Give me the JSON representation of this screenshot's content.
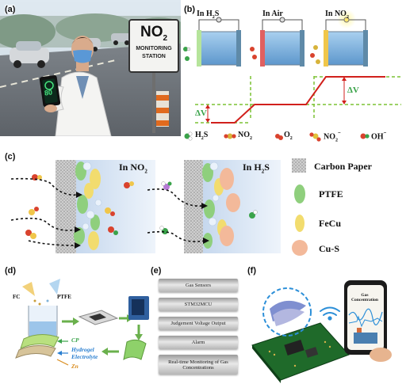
{
  "panel_labels": {
    "a": "(a)",
    "b": "(b)",
    "c": "(c)",
    "d": "(d)",
    "e": "(e)",
    "f": "(f)"
  },
  "panel_a": {
    "sign_line1": "NO",
    "sign_sub": "2",
    "sign_line2": "MONITORING",
    "sign_line3": "STATION",
    "phone_value": "80"
  },
  "panel_b": {
    "cond_h2s": "In H",
    "cond_h2s_sub": "2",
    "cond_h2s_end": "S",
    "cond_air": "In Air",
    "cond_no2": "In NO",
    "cond_no2_sub": "2",
    "dv_left": "ΔV",
    "dv_right": "ΔV",
    "legend": [
      {
        "label": "H",
        "sub": "2",
        "end": "S",
        "color": "#3aa34a"
      },
      {
        "label": "NO",
        "sub": "2",
        "end": "",
        "color": "#d7b33a"
      },
      {
        "label": "O",
        "sub": "2",
        "end": "",
        "color": "#d9432e"
      },
      {
        "label": "NO",
        "sub": "2",
        "end": "⁻",
        "color": "#e2c23a"
      },
      {
        "label": "OH",
        "sub": "",
        "end": "⁻",
        "color": "#2f8f3e"
      }
    ],
    "colors": {
      "line": "#d1201c",
      "dashed": "#7cc234",
      "cell": "#6fa9d8"
    }
  },
  "panel_c": {
    "left_title": "In NO",
    "left_sub": "2",
    "right_title": "In H",
    "right_sub": "2",
    "right_end": "S",
    "legend": [
      {
        "label": "Carbon Paper",
        "swatch": "carbon"
      },
      {
        "label": "PTFE",
        "swatch": "ptfe"
      },
      {
        "label": "FeCu",
        "swatch": "fecu"
      },
      {
        "label": "Cu-S",
        "swatch": "cus"
      }
    ],
    "colors": {
      "ptfe": "#8fcf7d",
      "fecu": "#f2dc6e",
      "cus": "#f3b99a",
      "bg": "#dfeaf6"
    }
  },
  "panel_d": {
    "fc": "FC",
    "ptfe": "PTFE",
    "cp": "CP",
    "hydrogel": "Hydrogel",
    "electrolyte": "Electrolyte",
    "zn": "Zn"
  },
  "panel_e": {
    "steps": [
      "Gas Sensors",
      "STM32MCU",
      "Judgement Voltage Output",
      "Alarm",
      "Real-time Monitoring of Gas Concentrations"
    ]
  },
  "panel_f": {
    "phone_title": "Gas Concentration"
  }
}
